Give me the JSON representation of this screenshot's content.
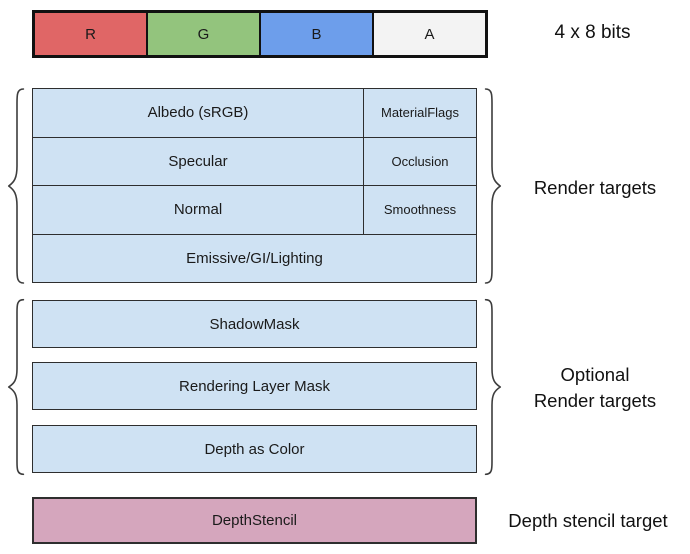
{
  "pixel_format_bar": {
    "channels": [
      {
        "label": "R",
        "color": "#E06666"
      },
      {
        "label": "G",
        "color": "#93C47D"
      },
      {
        "label": "B",
        "color": "#6D9EEB"
      },
      {
        "label": "A",
        "color": "#F3F3F3"
      }
    ],
    "caption": "4 x 8 bits"
  },
  "render_targets": {
    "group_label": "Render targets",
    "fill_color": "#CFE2F3",
    "rows": [
      {
        "main": "Albedo (sRGB)",
        "aux": "MaterialFlags"
      },
      {
        "main": "Specular",
        "aux": "Occlusion"
      },
      {
        "main": "Normal",
        "aux": "Smoothness"
      },
      {
        "main": "Emissive/GI/Lighting"
      }
    ]
  },
  "optional_render_targets": {
    "group_label_line1": "Optional",
    "group_label_line2": "Render targets",
    "fill_color": "#CFE2F3",
    "boxes": [
      {
        "label": "ShadowMask"
      },
      {
        "label": "Rendering Layer Mask"
      },
      {
        "label": "Depth as Color"
      }
    ]
  },
  "depth_stencil": {
    "box_label": "DepthStencil",
    "group_label": "Depth stencil target",
    "fill_color": "#D5A6BD"
  }
}
